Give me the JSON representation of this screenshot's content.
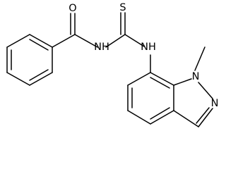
{
  "molecule": {
    "atoms": {
      "oxygen": "O",
      "sulfur": "S",
      "amide_nh": "NH",
      "thio_nh": "NH",
      "indazole_n1": "N",
      "indazole_n2": "N"
    }
  }
}
